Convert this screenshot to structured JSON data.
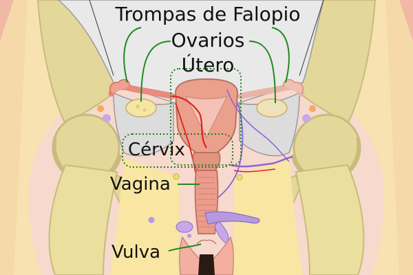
{
  "labels": {
    "fallopian_tubes": "Trompas de Falopio",
    "ovaries": "Ovarios",
    "uterus": "Útero",
    "cervix": "Cérvix",
    "vagina": "Vagina",
    "vulva": "Vulva"
  },
  "colors": {
    "leader_line": "#1e8a1e",
    "region_outline": "#1e7a1e",
    "skin": "#f6d5c8",
    "pelvic_bone": "#e4d79a",
    "bone_outline": "#c8bb7c",
    "cavity": "#e7e7e7",
    "uterus_muscle": "#eaa08c",
    "artery": "#e02020",
    "vein": "#8a64d2",
    "ovary": "#f4e6a4"
  }
}
